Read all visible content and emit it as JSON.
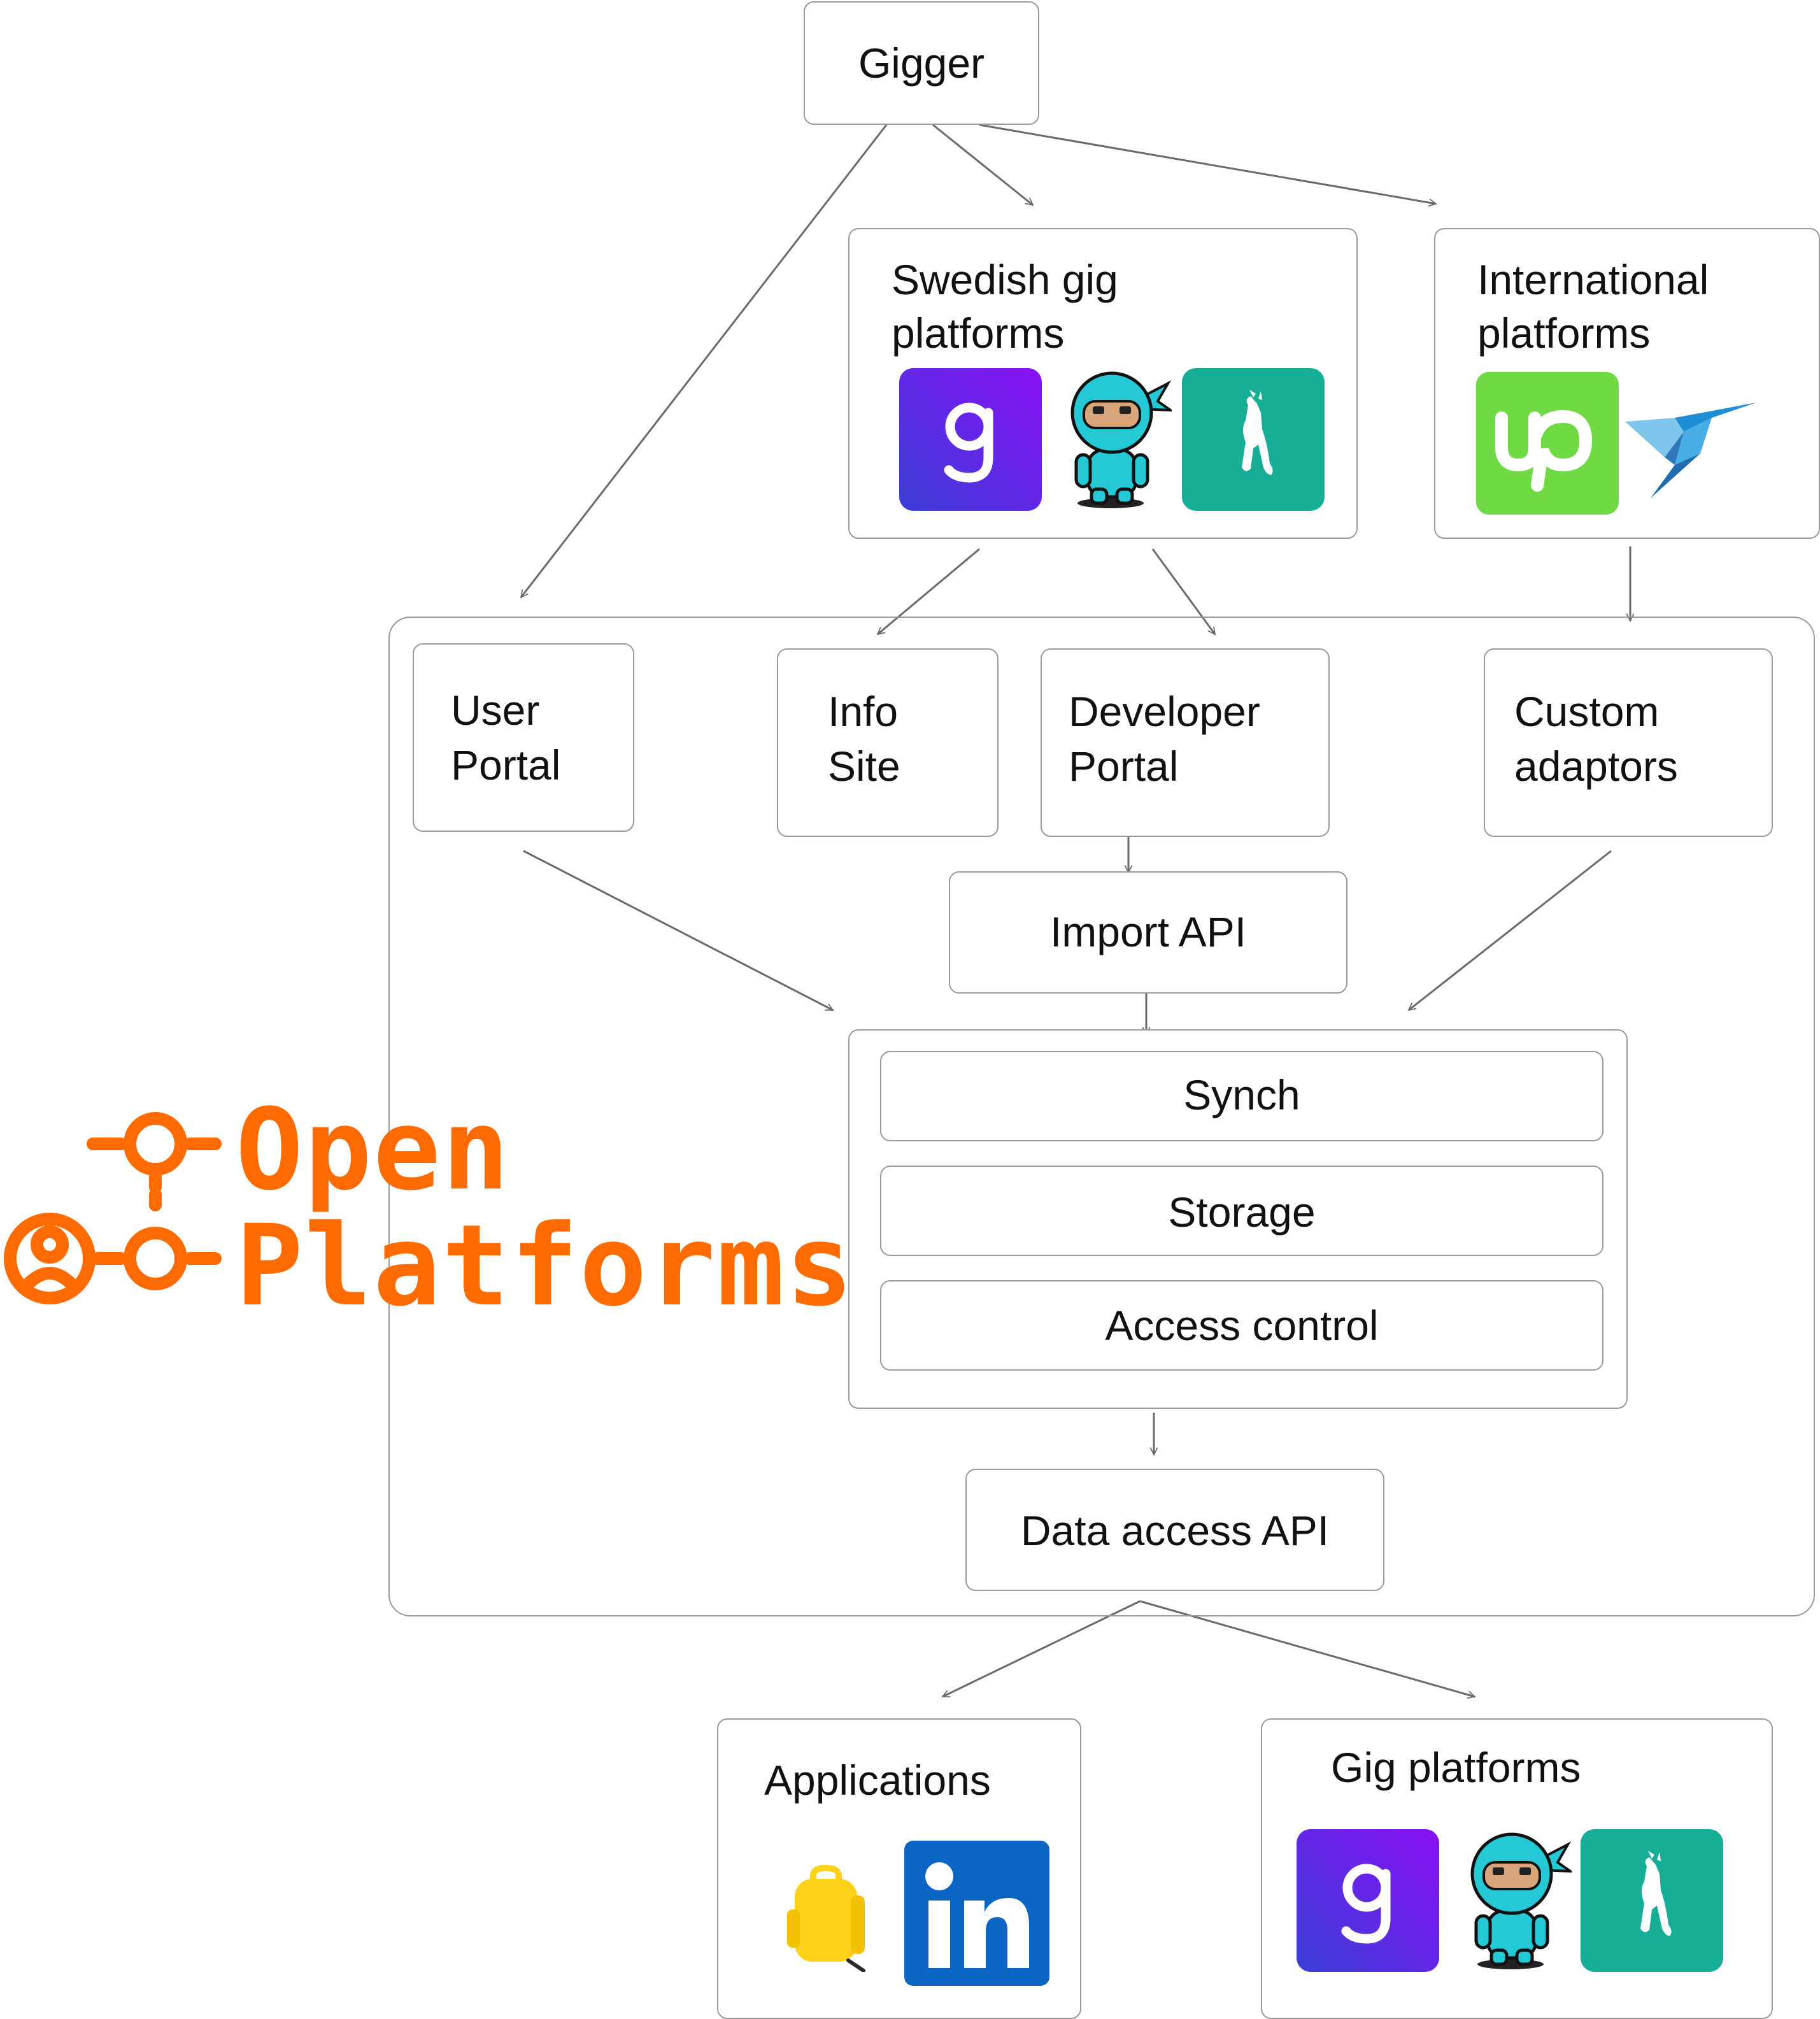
{
  "nodes": {
    "gigger": "Gigger",
    "swedish": [
      "Swedish gig",
      "platforms"
    ],
    "international": [
      "International",
      "platforms"
    ],
    "user_portal": [
      "User",
      "Portal"
    ],
    "info_site": [
      "Info",
      "Site"
    ],
    "developer_portal": [
      "Developer",
      "Portal"
    ],
    "custom_adaptors": [
      "Custom",
      "adaptors"
    ],
    "import_api": "Import API",
    "synch": "Synch",
    "storage": "Storage",
    "access_control": "Access control",
    "data_access_api": "Data access API",
    "applications": "Applications",
    "gig_platforms": "Gig platforms"
  },
  "logo": {
    "line1": "Open",
    "line2": "Platforms",
    "color": "#ff6b00"
  },
  "icons": {
    "swedish": [
      "gigstr-icon",
      "ninja-mascot-icon",
      "deer-app-icon"
    ],
    "international": [
      "upwork-icon",
      "freelancer-bird-icon"
    ],
    "applications": [
      "backpack-icon",
      "linkedin-icon"
    ],
    "gig_platforms": [
      "gigstr-icon",
      "ninja-mascot-icon",
      "deer-app-icon"
    ]
  },
  "colors": {
    "arrow": "#6a6a6a",
    "border": "#9a9a9a",
    "gigstr_purple": "#7a1ff0",
    "teal": "#17ae98",
    "upwork_green": "#6fda44",
    "linkedin_blue": "#0a66c2",
    "backpack_yellow": "#ffd21a",
    "bird_blue": "#1e8fd4"
  }
}
